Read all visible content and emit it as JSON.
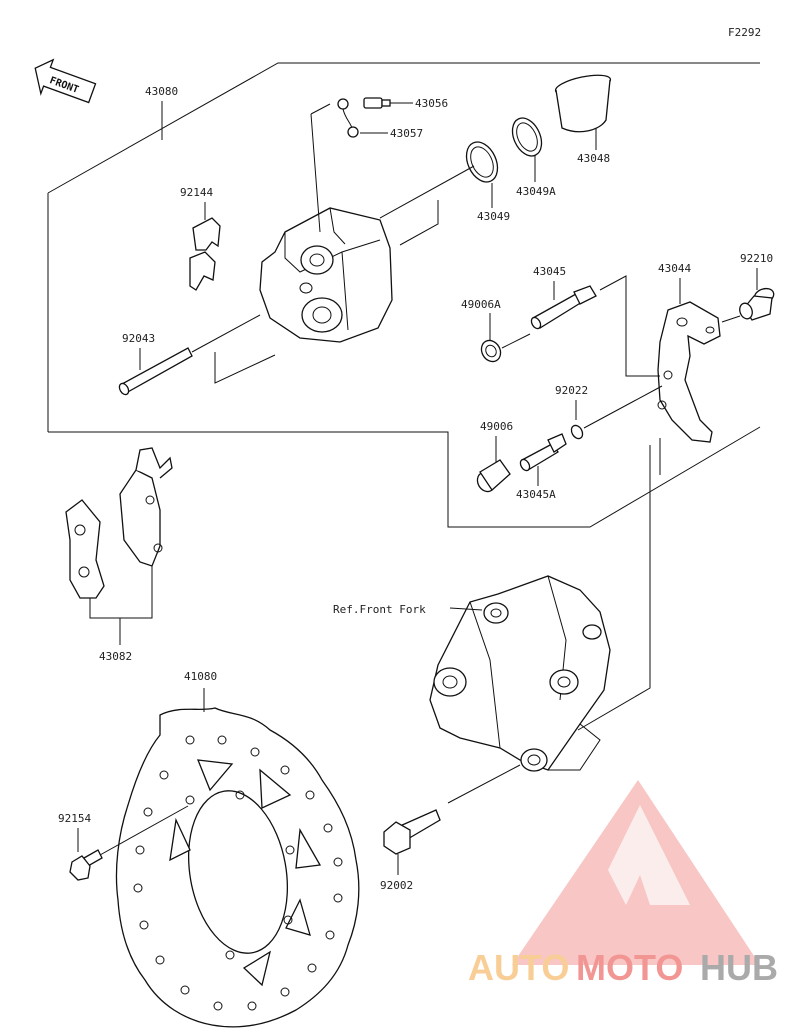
{
  "diagram_code": "F2292",
  "front_label": "FRONT",
  "ref_label": "Ref.Front Fork",
  "watermark": {
    "part1": "AUTO",
    "part2": "MOTO",
    "part3": "HUB",
    "color1": "#f4a742",
    "color2": "#e9413c",
    "color3": "#666666"
  },
  "parts": {
    "p43080": "43080",
    "p43056": "43056",
    "p43057": "43057",
    "p43048": "43048",
    "p43049A": "43049A",
    "p43049": "43049",
    "p92144": "92144",
    "p43045": "43045",
    "p43044": "43044",
    "p92210": "92210",
    "p49006A": "49006A",
    "p92043": "92043",
    "p92022": "92022",
    "p49006": "49006",
    "p43045A": "43045A",
    "p43082": "43082",
    "p41080": "41080",
    "p92154": "92154",
    "p92002": "92002"
  }
}
